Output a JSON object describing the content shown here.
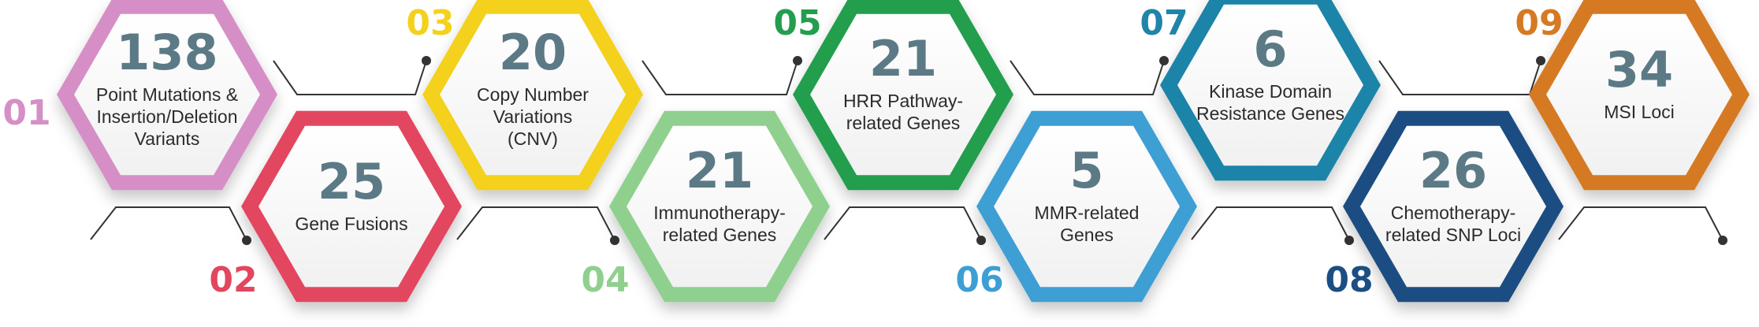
{
  "items": [
    {
      "index": "01",
      "value": "138",
      "label_lines": [
        "Point Mutations &",
        "Insertion/Deletion",
        "Variants"
      ],
      "color": "#d58fc6"
    },
    {
      "index": "02",
      "value": "25",
      "label_lines": [
        "Gene Fusions"
      ],
      "color": "#e2475e"
    },
    {
      "index": "03",
      "value": "20",
      "label_lines": [
        "Copy Number",
        "Variations",
        "(CNV)"
      ],
      "color": "#f3d11e"
    },
    {
      "index": "04",
      "value": "21",
      "label_lines": [
        "Immunotherapy-",
        "related Genes"
      ],
      "color": "#8fd08e"
    },
    {
      "index": "05",
      "value": "21",
      "label_lines": [
        "HRR Pathway-",
        "related Genes"
      ],
      "color": "#239e4e"
    },
    {
      "index": "06",
      "value": "5",
      "label_lines": [
        "MMR-related",
        "Genes"
      ],
      "color": "#3d9fd3"
    },
    {
      "index": "07",
      "value": "6",
      "label_lines": [
        "Kinase Domain",
        "Resistance Genes"
      ],
      "color": "#1f84a8"
    },
    {
      "index": "08",
      "value": "26",
      "label_lines": [
        "Chemotherapy-",
        "related SNP Loci"
      ],
      "color": "#1b4e82"
    },
    {
      "index": "09",
      "value": "34",
      "label_lines": [
        "MSI Loci"
      ],
      "color": "#d57a22"
    }
  ]
}
